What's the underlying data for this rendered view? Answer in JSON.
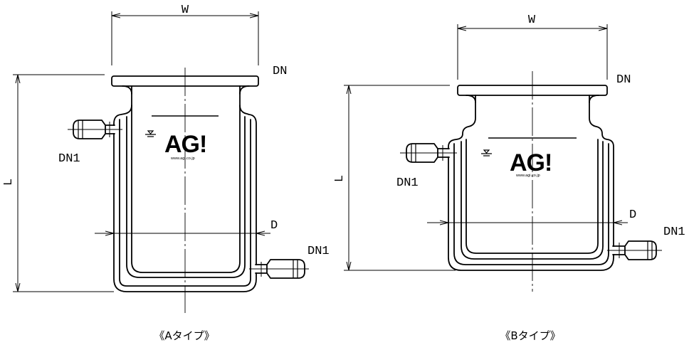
{
  "colors": {
    "line": "#000000",
    "background": "#ffffff"
  },
  "type_a": {
    "width_label": "W",
    "flange_label": "DN",
    "upper_port_label": "DN1",
    "lower_port_label": "DN1",
    "length_label": "L",
    "diameter_label": "D",
    "logo_text": "AG!",
    "logo_url": "www.agi.co.jp",
    "caption": "《Aタイプ》"
  },
  "type_b": {
    "width_label": "W",
    "flange_label": "DN",
    "upper_port_label": "DN1",
    "lower_port_label": "DN1",
    "length_label": "L",
    "diameter_label": "D",
    "logo_text": "AG!",
    "logo_url": "www.agi.co.jp",
    "caption": "《Bタイプ》"
  }
}
